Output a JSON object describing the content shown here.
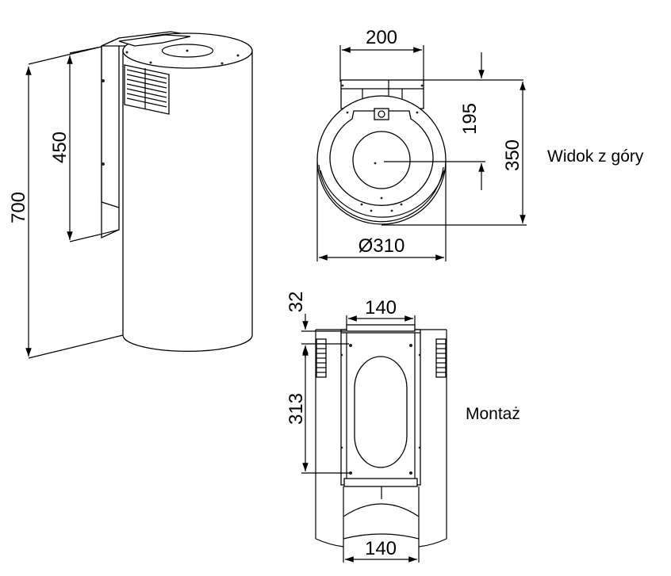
{
  "side_view": {
    "height_total": "700",
    "height_lower": "450"
  },
  "top_view": {
    "width_bracket": "200",
    "depth_offset": "195",
    "depth_total": "350",
    "diameter": "Ø310",
    "caption": "Widok z góry"
  },
  "mount_view": {
    "top_offset": "32",
    "width_top": "140",
    "hole_spacing": "313",
    "width_bottom": "140",
    "caption": "Montaż"
  },
  "colors": {
    "line": "#000000",
    "background": "#ffffff"
  }
}
